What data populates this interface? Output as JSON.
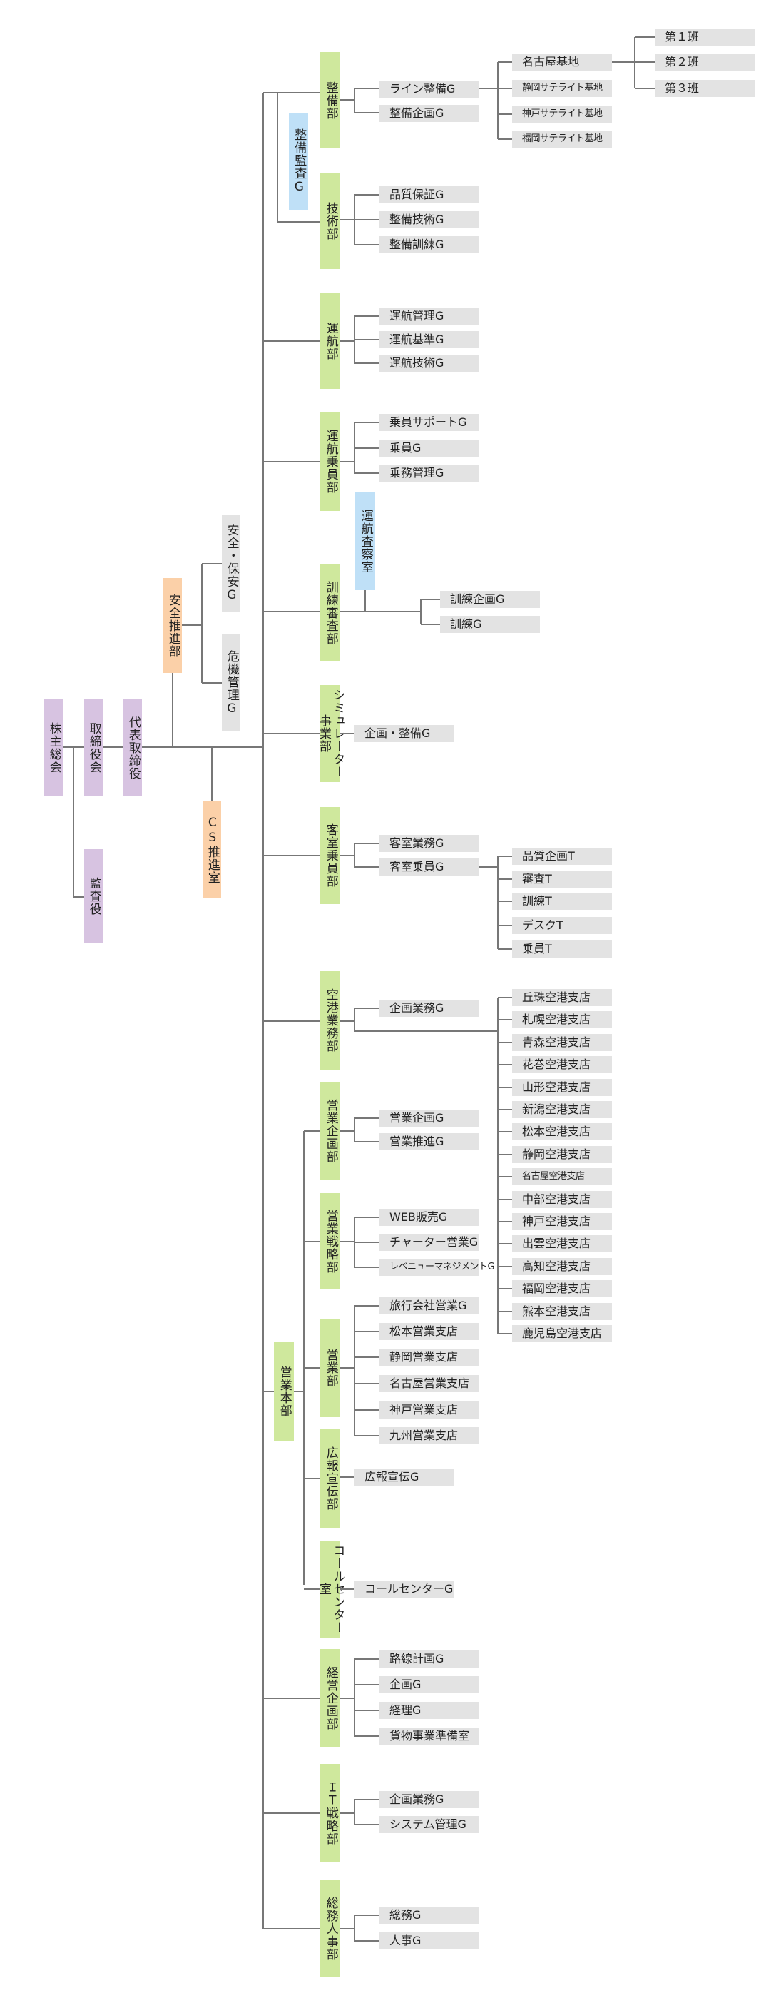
{
  "top": {
    "shareholders": "株主総会",
    "board": "取締役会",
    "auditor": "監査役",
    "president": "代表取締役"
  },
  "safety": {
    "promotion": "安全推進部",
    "security": "安全・保安G",
    "crisis": "危機管理G"
  },
  "cs": "CS推進室",
  "maintenance": {
    "audit": "整備監査G",
    "dept": "整備部",
    "groups": [
      "ライン整備G",
      "整備企画G"
    ],
    "bases": [
      "名古屋基地",
      "静岡サテライト基地",
      "神戸サテライト基地",
      "福岡サテライト基地"
    ],
    "teams": [
      "第１班",
      "第２班",
      "第３班"
    ]
  },
  "technical": {
    "dept": "技術部",
    "groups": [
      "品質保証G",
      "整備技術G",
      "整備訓練G"
    ]
  },
  "operations": {
    "dept": "運航部",
    "groups": [
      "運航管理G",
      "運航基準G",
      "運航技術G"
    ]
  },
  "crew": {
    "dept": "運航乗員部",
    "groups": [
      "乗員サポートG",
      "乗員G",
      "乗務管理G"
    ]
  },
  "training": {
    "dept": "訓練審査部",
    "inspection": "運航査察室",
    "groups": [
      "訓練企画G",
      "訓練G"
    ]
  },
  "simulator": {
    "dept": "シミュレーター事業部",
    "groups": [
      "企画・整備G"
    ]
  },
  "cabin": {
    "dept": "客室乗員部",
    "groups": [
      "客室業務G",
      "客室乗員G"
    ],
    "teams": [
      "品質企画T",
      "審査T",
      "訓練T",
      "デスクT",
      "乗員T"
    ]
  },
  "airport": {
    "dept": "空港業務部",
    "groups": [
      "企画業務G"
    ],
    "branches": [
      "丘珠空港支店",
      "札幌空港支店",
      "青森空港支店",
      "花巻空港支店",
      "山形空港支店",
      "新潟空港支店",
      "松本空港支店",
      "静岡空港支店",
      "名古屋空港支店",
      "中部空港支店",
      "神戸空港支店",
      "出雲空港支店",
      "高知空港支店",
      "福岡空港支店",
      "熊本空港支店",
      "鹿児島空港支店"
    ]
  },
  "sales_hq": {
    "label": "営業本部",
    "planning": {
      "dept": "営業企画部",
      "groups": [
        "営業企画G",
        "営業推進G"
      ]
    },
    "strategy": {
      "dept": "営業戦略部",
      "groups": [
        "WEB販売G",
        "チャーター営業G",
        "レベニューマネジメントG"
      ]
    },
    "sales": {
      "dept": "営業部",
      "groups": [
        "旅行会社営業G",
        "松本営業支店",
        "静岡営業支店",
        "名古屋営業支店",
        "神戸営業支店",
        "九州営業支店"
      ]
    },
    "pr": {
      "dept": "広報宣伝部",
      "groups": [
        "広報宣伝G"
      ]
    },
    "call": {
      "dept": "コールセンター室",
      "groups": [
        "コールセンターG"
      ]
    }
  },
  "corp_planning": {
    "dept": "経営企画部",
    "groups": [
      "路線計画G",
      "企画G",
      "経理G",
      "貨物事業準備室"
    ]
  },
  "it": {
    "dept": "ＩＴ戦略部",
    "groups": [
      "企画業務G",
      "システム管理G"
    ]
  },
  "admin": {
    "dept": "総務人事部",
    "groups": [
      "総務G",
      "人事G"
    ]
  },
  "colors": {
    "executive": "#d7c3e1",
    "safety": "#fbd0a8",
    "department": "#cfe89d",
    "audit": "#bfe0f7",
    "group": "#e3e3e3",
    "connector": "#777777"
  }
}
